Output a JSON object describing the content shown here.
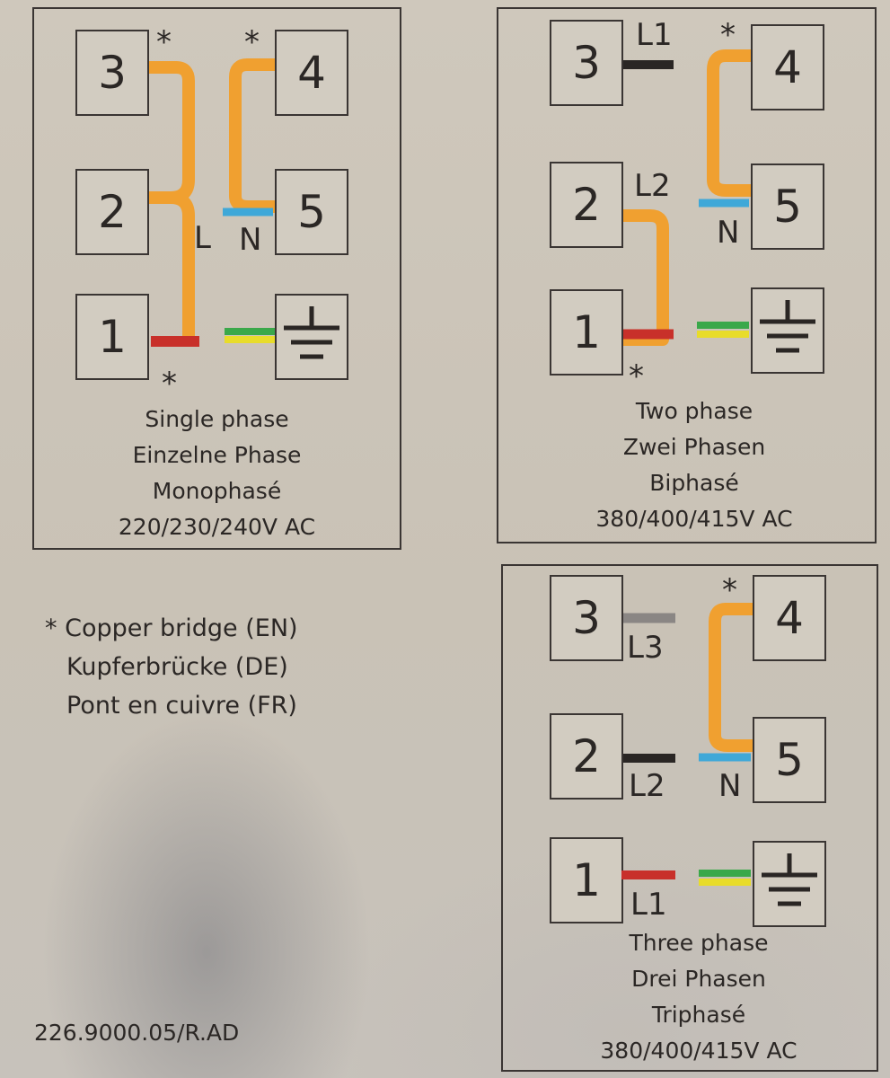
{
  "colors": {
    "copper_bridge": "#f0a030",
    "live_red": "#c8302a",
    "neutral_blue": "#3fa8d8",
    "earth_green": "#3aa84a",
    "earth_yellow": "#e8dc2a",
    "black_wire": "#2a2624",
    "grey_wire": "#8a8684"
  },
  "legend": {
    "marker": "*",
    "line_en": "Copper bridge (EN)",
    "line_de": "Kupferbrücke (DE)",
    "line_fr": "Pont en cuivre (FR)"
  },
  "document_code": "226.9000.05/R.AD",
  "panels": {
    "single": {
      "terminals": {
        "t1": "1",
        "t2": "2",
        "t3": "3",
        "t4": "4",
        "t5": "5"
      },
      "labels": {
        "l": "L",
        "n": "N"
      },
      "caption": [
        "Single phase",
        "Einzelne Phase",
        "Monophasé",
        "220/230/240V AC"
      ]
    },
    "two": {
      "terminals": {
        "t1": "1",
        "t2": "2",
        "t3": "3",
        "t4": "4",
        "t5": "5"
      },
      "labels": {
        "l1": "L1",
        "l2": "L2",
        "n": "N"
      },
      "caption": [
        "Two phase",
        "Zwei Phasen",
        "Biphasé",
        "380/400/415V AC"
      ]
    },
    "three": {
      "terminals": {
        "t1": "1",
        "t2": "2",
        "t3": "3",
        "t4": "4",
        "t5": "5"
      },
      "labels": {
        "l1": "L1",
        "l2": "L2",
        "l3": "L3",
        "n": "N"
      },
      "caption": [
        "Three phase",
        "Drei Phasen",
        "Triphasé",
        "380/400/415V AC"
      ]
    }
  }
}
